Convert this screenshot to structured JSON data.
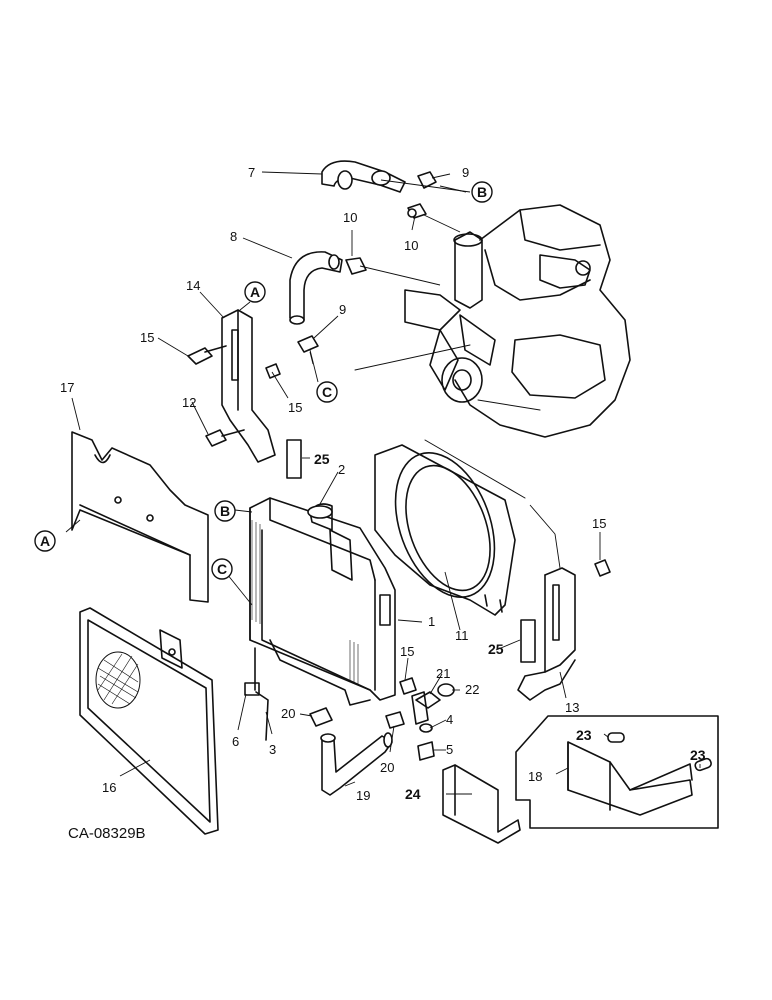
{
  "figure_code": "CA-08329B",
  "callouts": [
    {
      "label": "1"
    },
    {
      "label": "2"
    },
    {
      "label": "3"
    },
    {
      "label": "4"
    },
    {
      "label": "5"
    },
    {
      "label": "6"
    },
    {
      "label": "7"
    },
    {
      "label": "8"
    },
    {
      "label": "9"
    },
    {
      "label": "9"
    },
    {
      "label": "10"
    },
    {
      "label": "10"
    },
    {
      "label": "11"
    },
    {
      "label": "12"
    },
    {
      "label": "13"
    },
    {
      "label": "14"
    },
    {
      "label": "15"
    },
    {
      "label": "15"
    },
    {
      "label": "15"
    },
    {
      "label": "15"
    },
    {
      "label": "16"
    },
    {
      "label": "17"
    },
    {
      "label": "18"
    },
    {
      "label": "19"
    },
    {
      "label": "20"
    },
    {
      "label": "20"
    },
    {
      "label": "21"
    },
    {
      "label": "22"
    },
    {
      "label": "23"
    },
    {
      "label": "23"
    },
    {
      "label": "24"
    },
    {
      "label": "25"
    },
    {
      "label": "25"
    }
  ],
  "reference_markers": [
    {
      "letter": "A"
    },
    {
      "letter": "A"
    },
    {
      "letter": "B"
    },
    {
      "letter": "B"
    },
    {
      "letter": "C"
    },
    {
      "letter": "C"
    }
  ]
}
